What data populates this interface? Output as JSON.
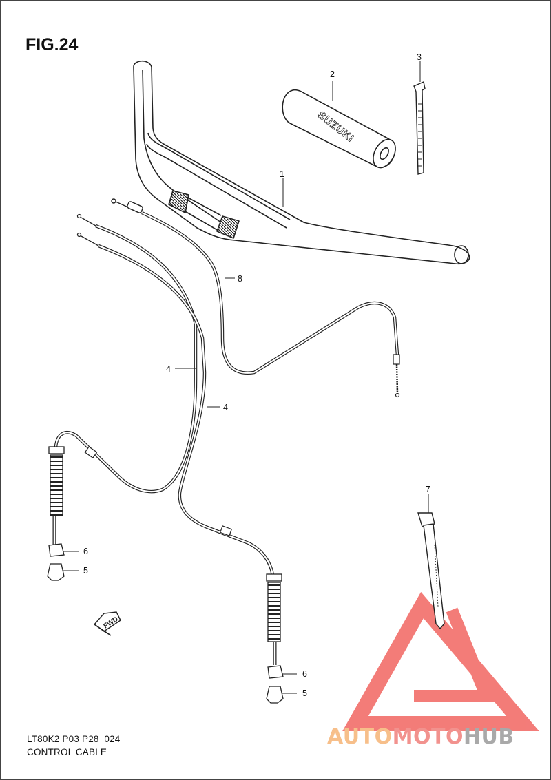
{
  "figure": {
    "title": "FIG.24",
    "code": "LT80K2 P03 P28_024",
    "name": "CONTROL CABLE"
  },
  "parts": [
    {
      "ref": "1"
    },
    {
      "ref": "2"
    },
    {
      "ref": "3"
    },
    {
      "ref": "4"
    },
    {
      "ref": "4"
    },
    {
      "ref": "5"
    },
    {
      "ref": "5"
    },
    {
      "ref": "6"
    },
    {
      "ref": "6"
    },
    {
      "ref": "7"
    },
    {
      "ref": "8"
    }
  ],
  "pad_print": "SUZUKI",
  "direction_arrow": "FWD",
  "watermark": {
    "part1": "AUTO",
    "part2": "MOTO",
    "part3": "HUB",
    "colors": [
      "#f7bf8a",
      "#f2928e",
      "#a9a9a9"
    ]
  }
}
